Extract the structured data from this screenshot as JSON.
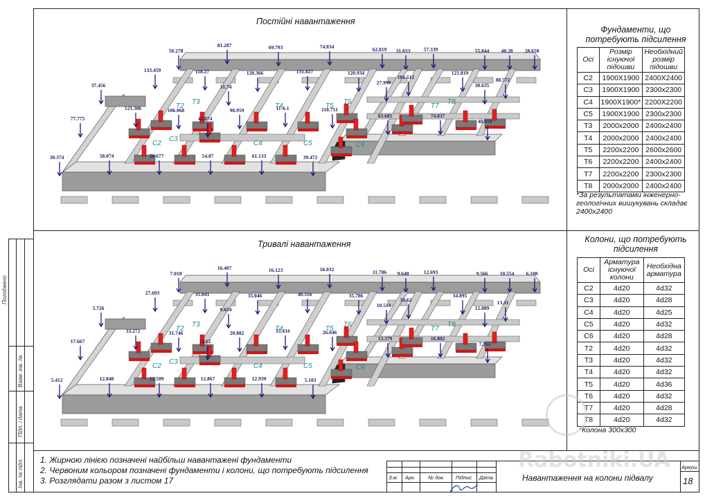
{
  "top_plan": {
    "title": "Постійні навантаження",
    "loads": [
      "50.278",
      "81.287",
      "69.793",
      "74.834",
      "62.819",
      "31.033",
      "57.339",
      "55.844",
      "40.28",
      "28.658",
      "133.459",
      "118.27",
      "120.366",
      "131.827",
      "120.934",
      "27.999",
      "101.512",
      "121.819",
      "30.635",
      "88.572",
      "37.456",
      "121.386",
      "106.068",
      "31.74",
      "42.874",
      "90.959",
      "11-6.1",
      "110.751",
      "63.685",
      "74.037",
      "48.019",
      "77.775",
      "30.374",
      "58.074",
      "58.677",
      "54.87",
      "61.133",
      "39.472"
    ],
    "axes": [
      "T2",
      "T3",
      "T4",
      "T5",
      "T6",
      "T7",
      "T8",
      "C2",
      "C3",
      "C4",
      "C5",
      "C6"
    ]
  },
  "bottom_plan": {
    "title": "Тривалі навантаження",
    "loads": [
      "7.018",
      "16.407",
      "16.123",
      "16.032",
      "11.786",
      "9.648",
      "12.693",
      "9.566",
      "10.554",
      "6.108",
      "27.693",
      "35.041",
      "35.046",
      "40.316",
      "35.786",
      "10.513",
      "33.62",
      "34.895",
      "12.089",
      "13.31",
      "5.726",
      "33.272",
      "31.746",
      "9.654",
      "12.62",
      "20.802",
      "33.434",
      "26.646",
      "13.379",
      "16.802",
      "7.351",
      "17.667",
      "5.412",
      "12.848",
      "12.509",
      "12.867",
      "12.939",
      "5.103"
    ],
    "axes": [
      "T2",
      "T3",
      "T4",
      "T5",
      "T6",
      "T7",
      "T8",
      "C2",
      "C3",
      "C4",
      "C5",
      "C6"
    ]
  },
  "foundations": {
    "title": "Фундаменти, що потребують підсилення",
    "headers": [
      "Осі",
      "Розмір існуючої підошви",
      "Необхідний розмір підошви"
    ],
    "rows": [
      [
        "C2",
        "1900X1900",
        "2400X2400"
      ],
      [
        "C3",
        "1900X1900",
        "2300x2300"
      ],
      [
        "C4",
        "1900X1900*",
        "2200X2200"
      ],
      [
        "C5",
        "1900X1900",
        "2300x2300"
      ],
      [
        "T3",
        "2000x2000",
        "2400x2400"
      ],
      [
        "T4",
        "2000x2000",
        "2400x2400"
      ],
      [
        "T5",
        "2200x2200",
        "2600x2600"
      ],
      [
        "T6",
        "2200x2200",
        "2400x2400"
      ],
      [
        "T7",
        "2200x2200",
        "2300x2300"
      ],
      [
        "T8",
        "2000x2000",
        "2400x2400"
      ]
    ],
    "footnote": "*За результатами інженерно-геологічних вишукувань складає 2400x2400"
  },
  "columns": {
    "title": "Колони, що потребують підсилення",
    "headers": [
      "Осі",
      "Арматура існуючої колони",
      "Необхідна арматура"
    ],
    "rows": [
      [
        "C2",
        "4d20",
        "4d32"
      ],
      [
        "C3",
        "4d20",
        "4d28"
      ],
      [
        "C4",
        "4d20",
        "4d25"
      ],
      [
        "C5",
        "4d20",
        "4d32"
      ],
      [
        "C6",
        "4d20",
        "4d28"
      ],
      [
        "T2",
        "4d20",
        "4d32"
      ],
      [
        "T3",
        "4d20",
        "4d32"
      ],
      [
        "T4",
        "4d20",
        "4d32"
      ],
      [
        "T5",
        "4d20",
        "4d36"
      ],
      [
        "T6",
        "4d20",
        "4d32"
      ],
      [
        "T7",
        "4d20",
        "4d28"
      ],
      [
        "T8",
        "4d20",
        "4d32"
      ]
    ],
    "footnote": "*Колона 300x300"
  },
  "notes": [
    "1. Жирною лінією позначені найбільш навантажені фундаменти",
    "2. Червоним кольором позначені фундаменти і колони, що потребують підсилення",
    "3. Розглядати разом з листом 17"
  ],
  "stamp": {
    "cells": [
      "З.м.",
      "Арк.",
      "№ док.",
      "Підпис",
      "Дата"
    ],
    "sheet_label": "Аркуш",
    "sheet_number": "18",
    "drawing_title": "Навантаження на колони підвалу"
  },
  "side_labels": [
    "Погоджено",
    "Взам. інв. №",
    "Підп. і дата",
    "Інв. № підл."
  ],
  "watermark": "Rabotniki.UA"
}
